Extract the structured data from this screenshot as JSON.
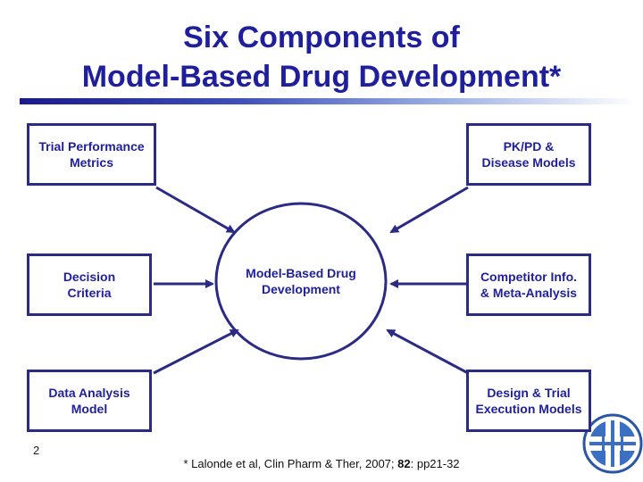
{
  "title": {
    "line1": "Six Components of",
    "line2": "Model-Based Drug Development*"
  },
  "center": {
    "label": "Model-Based Drug\nDevelopment"
  },
  "components": {
    "top_left": "Trial Performance\nMetrics",
    "top_right": "PK/PD &\nDisease Models",
    "middle_left": "Decision\nCriteria",
    "middle_right": "Competitor Info.\n& Meta-Analysis",
    "bottom_left": "Data Analysis\nModel",
    "bottom_right": "Design & Trial\nExecution Models"
  },
  "slide_number": "2",
  "footnote": {
    "prefix": "* Lalonde et al, Clin Pharm & Ther, 2007; ",
    "volume": "82",
    "suffix": ": pp21-32"
  },
  "colors": {
    "text": "#1f1f9e",
    "border": "#2b2b86",
    "logo": "#2a56a8"
  }
}
